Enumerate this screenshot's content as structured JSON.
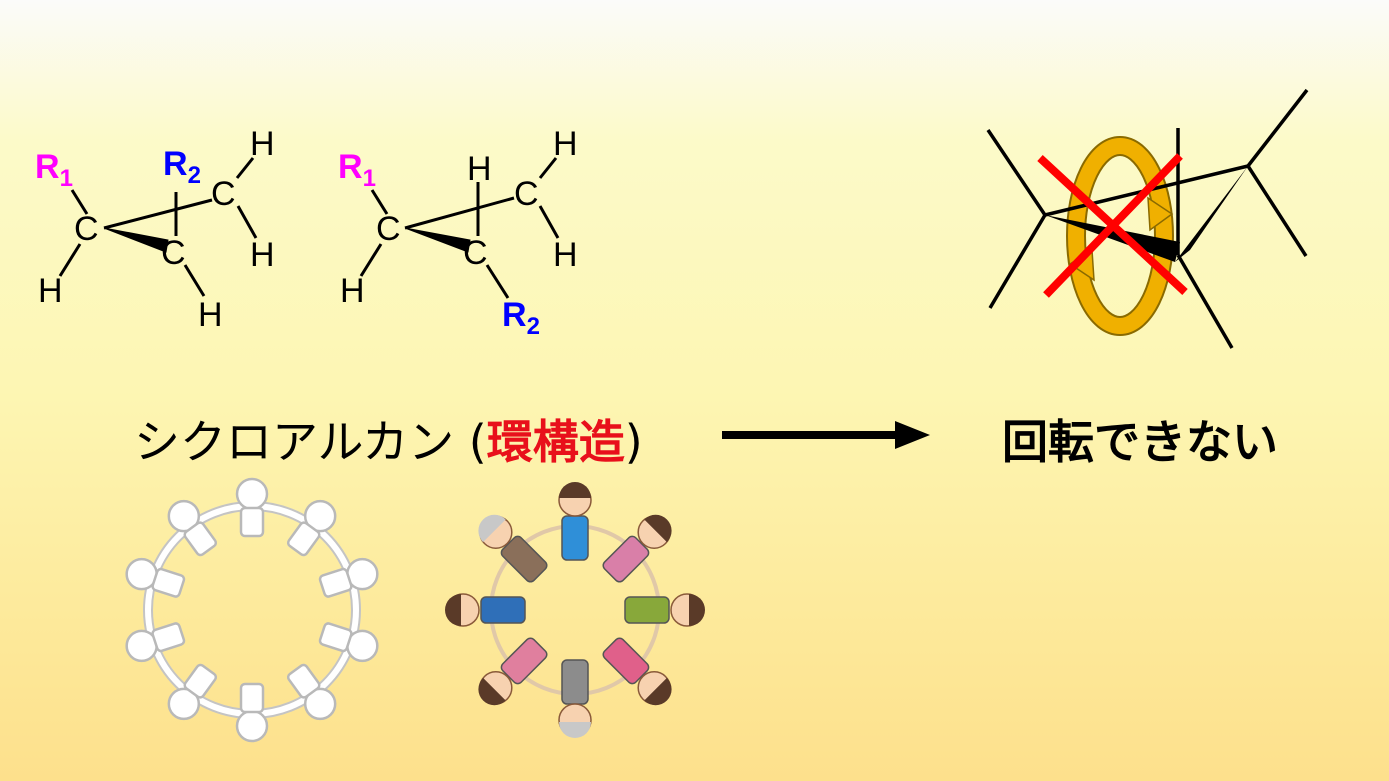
{
  "molecules": {
    "left": {
      "r1": {
        "letter": "R",
        "index": "1",
        "color": "#ff00ff"
      },
      "r2": {
        "letter": "R",
        "index": "2",
        "color": "#0000ff"
      },
      "carbon": "C",
      "hydrogen": "H"
    },
    "right": {
      "r1": {
        "letter": "R",
        "index": "1",
        "color": "#ff00ff"
      },
      "r2": {
        "letter": "R",
        "index": "2",
        "color": "#0000ff"
      },
      "carbon": "C",
      "hydrogen": "H"
    }
  },
  "caption_left": {
    "prefix": "シクロアルカン (",
    "highlight": "環構造",
    "suffix": ")"
  },
  "caption_right": "回転できない",
  "colors": {
    "highlight": "#e8101b",
    "cross": "#ff0000",
    "rotation_arrow": "#f0b000"
  },
  "icons": [
    "ring-of-figures-illustration",
    "ring-of-people-illustration",
    "rotation-arrow-icon",
    "cross-mark-icon",
    "right-arrow-icon"
  ]
}
